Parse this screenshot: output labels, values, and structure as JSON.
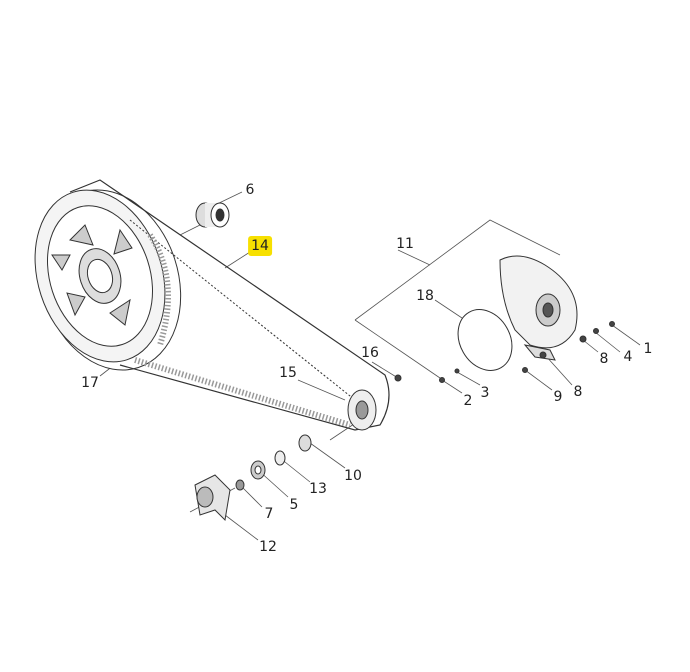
{
  "diagram": {
    "highlight_color": "#f7e000",
    "callouts": [
      {
        "id": "6",
        "label": "6"
      },
      {
        "id": "14",
        "label": "14",
        "highlighted": true
      },
      {
        "id": "11",
        "label": "11"
      },
      {
        "id": "18",
        "label": "18"
      },
      {
        "id": "16",
        "label": "16"
      },
      {
        "id": "15",
        "label": "15"
      },
      {
        "id": "17",
        "label": "17"
      },
      {
        "id": "1",
        "label": "1"
      },
      {
        "id": "4",
        "label": "4"
      },
      {
        "id": "8a",
        "label": "8"
      },
      {
        "id": "8b",
        "label": "8"
      },
      {
        "id": "9",
        "label": "9"
      },
      {
        "id": "3",
        "label": "3"
      },
      {
        "id": "2",
        "label": "2"
      },
      {
        "id": "10",
        "label": "10"
      },
      {
        "id": "13",
        "label": "13"
      },
      {
        "id": "5",
        "label": "5"
      },
      {
        "id": "7",
        "label": "7"
      },
      {
        "id": "12",
        "label": "12"
      }
    ]
  }
}
